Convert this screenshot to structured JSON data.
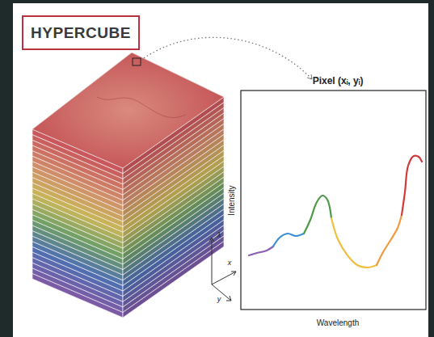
{
  "diagram": {
    "nodes": [
      {
        "text": [
          "HYPERCUBE"
        ]
      }
    ],
    "edges": [],
    "labels": [
      "Pixel (xᵢ, yᵢ)",
      "Intensity",
      "Wavelength",
      "λ",
      "x",
      "y"
    ]
  }
}
